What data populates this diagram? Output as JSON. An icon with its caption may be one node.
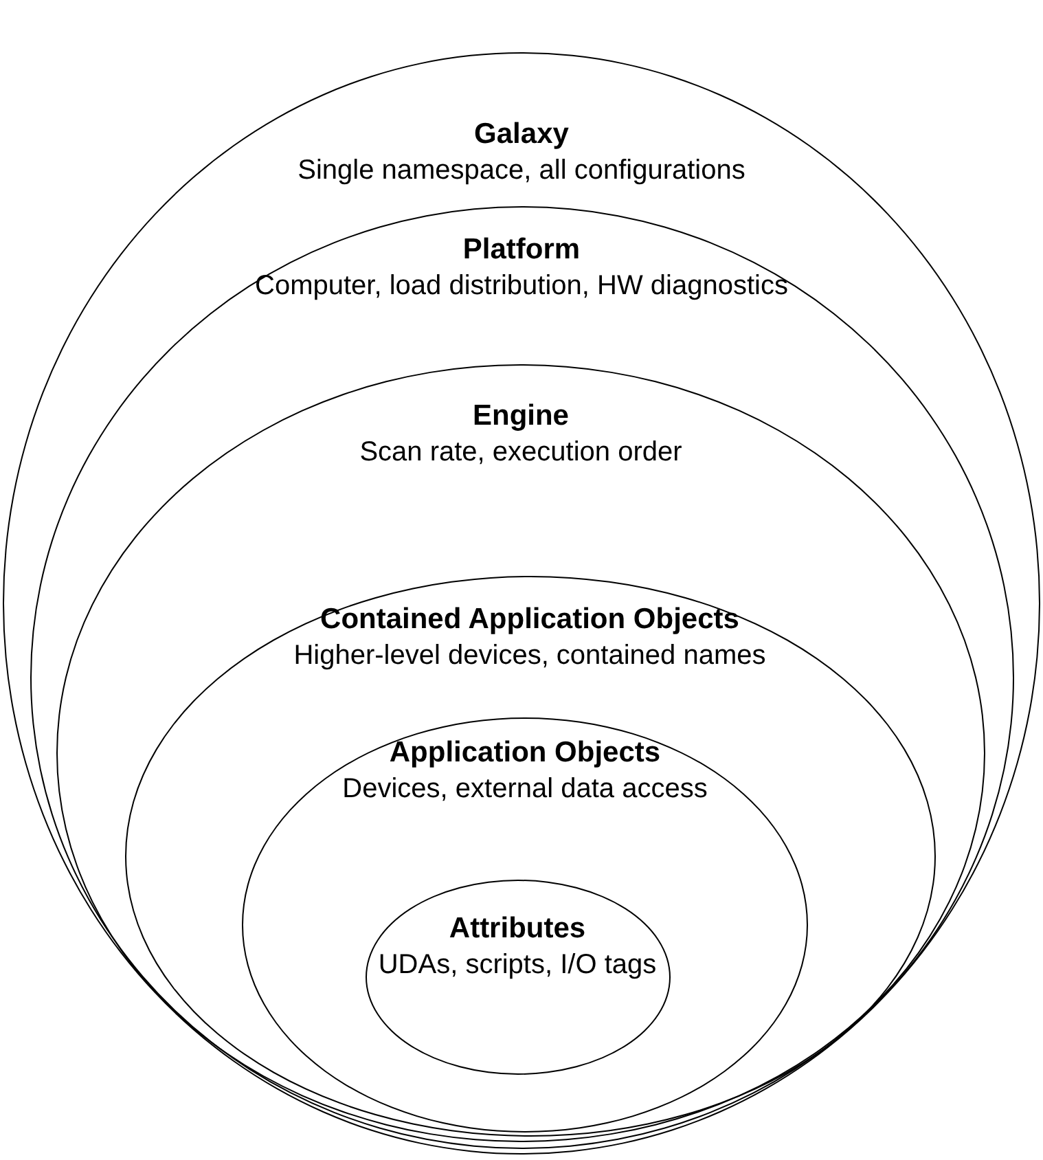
{
  "diagram": {
    "nodes": [
      {
        "text": [
          "Galaxy",
          "Single namespace, all configurations"
        ]
      },
      {
        "text": [
          "Platform",
          "Computer, load distribution, HW diagnostics"
        ],
        "in": 0
      },
      {
        "text": [
          "Engine",
          "Scan rate, execution order"
        ],
        "in": 1
      },
      {
        "text": [
          "Contained Application Objects",
          "Higher-level devices, contained names"
        ],
        "in": 2
      },
      {
        "text": [
          "Application Objects",
          "Devices, external data access"
        ],
        "in": 3
      },
      {
        "text": [
          "Attributes",
          "UDAs, scripts, I/O tags"
        ],
        "in": 4
      }
    ]
  }
}
